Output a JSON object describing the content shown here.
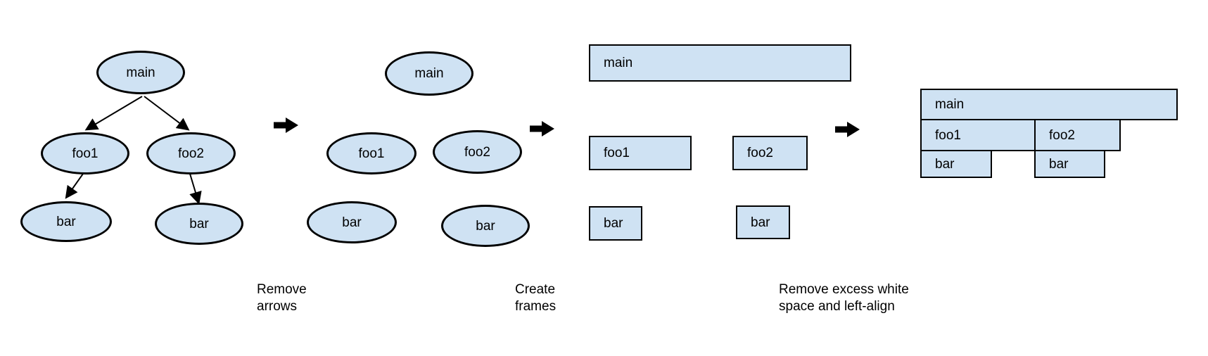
{
  "colors": {
    "node_fill": "#cfe2f3",
    "node_border": "#000000",
    "arrow": "#000000",
    "text": "#000000",
    "background": "#ffffff"
  },
  "stage1_tree": {
    "main": "main",
    "foo1": "foo1",
    "foo2": "foo2",
    "bar_left": "bar",
    "bar_right": "bar"
  },
  "stage2_no_arrows": {
    "main": "main",
    "foo1": "foo1",
    "foo2": "foo2",
    "bar_left": "bar",
    "bar_right": "bar"
  },
  "stage3_frames": {
    "main": "main",
    "foo1": "foo1",
    "foo2": "foo2",
    "bar_left": "bar",
    "bar_right": "bar"
  },
  "stage4_flame": {
    "main": "main",
    "foo1": "foo1",
    "foo2": "foo2",
    "bar_left": "bar",
    "bar_right": "bar"
  },
  "captions": {
    "remove_arrows": "Remove\narrows",
    "create_frames": "Create\nframes",
    "left_align": "Remove excess white\nspace and left-align"
  },
  "icons": {
    "transform_arrow": "right-block-arrow",
    "edge_arrow": "arrowhead"
  }
}
